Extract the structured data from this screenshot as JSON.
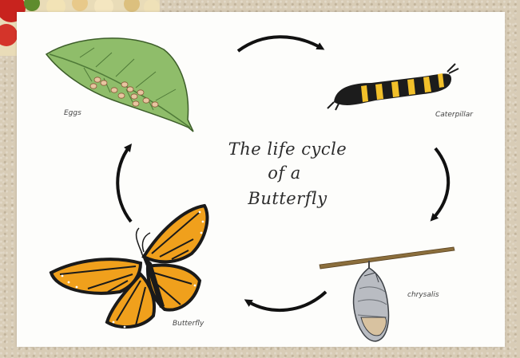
{
  "title": {
    "line1": "The life cycle",
    "line2": "of a",
    "line3": "Butterfly"
  },
  "stages": {
    "eggs": "Eggs",
    "caterpillar": "Caterpillar",
    "chrysalis": "chrysalis",
    "butterfly": "Butterfly"
  },
  "colors": {
    "leaf": "#8fbd6a",
    "leaf_dark": "#4f7a38",
    "wing_orange": "#f0a01c",
    "wing_black": "#1a1a1a",
    "caterpillar_yellow": "#f2c02a",
    "chrysalis_grey": "#b9bcc2"
  },
  "icons": [
    "leaf-with-eggs-icon",
    "caterpillar-icon",
    "chrysalis-icon",
    "butterfly-icon",
    "cycle-arrow-icon"
  ]
}
